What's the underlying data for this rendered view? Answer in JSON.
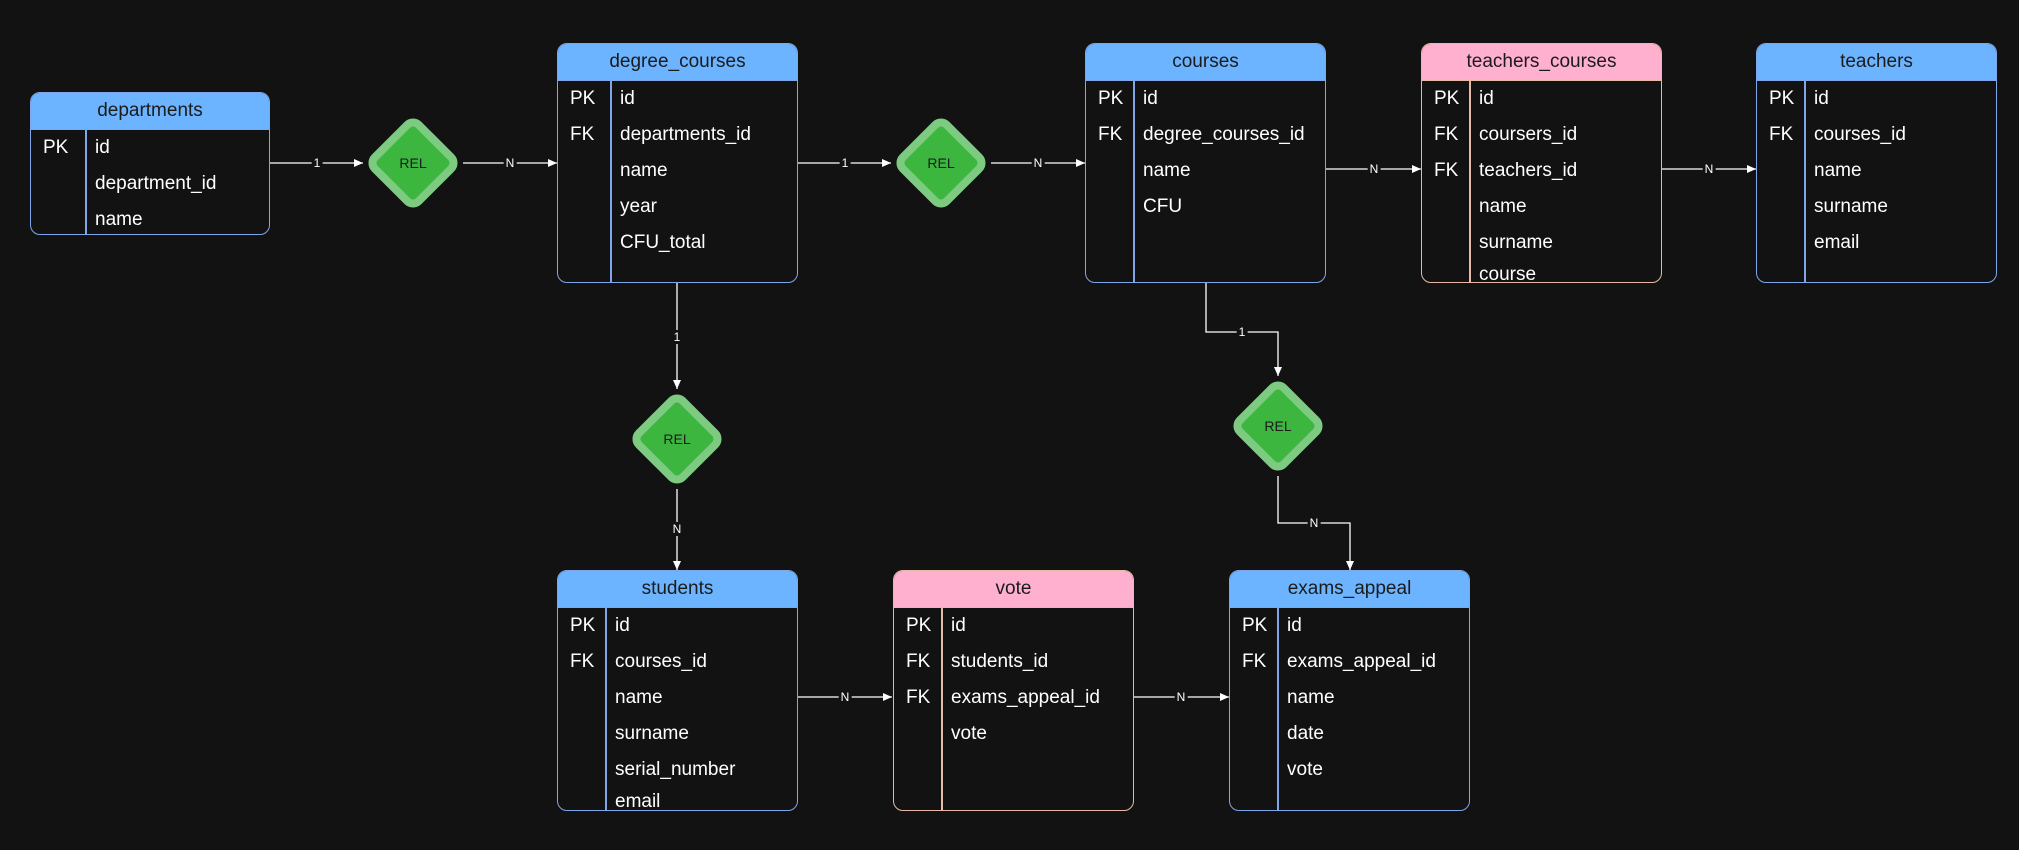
{
  "entities": {
    "departments": {
      "title": "departments",
      "rows": [
        {
          "key": "PK",
          "field": "id"
        },
        {
          "key": "",
          "field": "department_id"
        },
        {
          "key": "",
          "field": "name"
        }
      ]
    },
    "degree_courses": {
      "title": "degree_courses",
      "rows": [
        {
          "key": "PK",
          "field": "id"
        },
        {
          "key": "FK",
          "field": "departments_id"
        },
        {
          "key": "",
          "field": "name"
        },
        {
          "key": "",
          "field": "year"
        },
        {
          "key": "",
          "field": "CFU_total"
        }
      ]
    },
    "courses": {
      "title": "courses",
      "rows": [
        {
          "key": "PK",
          "field": "id"
        },
        {
          "key": "FK",
          "field": "degree_courses_id"
        },
        {
          "key": "",
          "field": "name"
        },
        {
          "key": "",
          "field": "CFU"
        }
      ]
    },
    "teachers_courses": {
      "title": "teachers_courses",
      "rows": [
        {
          "key": "PK",
          "field": "id"
        },
        {
          "key": "FK",
          "field": "coursers_id"
        },
        {
          "key": "FK",
          "field": "teachers_id"
        },
        {
          "key": "",
          "field": "name"
        },
        {
          "key": "",
          "field": "surname"
        },
        {
          "key": "",
          "field": "course"
        }
      ]
    },
    "teachers": {
      "title": "teachers",
      "rows": [
        {
          "key": "PK",
          "field": "id"
        },
        {
          "key": "FK",
          "field": "courses_id"
        },
        {
          "key": "",
          "field": "name"
        },
        {
          "key": "",
          "field": "surname"
        },
        {
          "key": "",
          "field": "email"
        }
      ]
    },
    "students": {
      "title": "students",
      "rows": [
        {
          "key": "PK",
          "field": "id"
        },
        {
          "key": "FK",
          "field": "courses_id"
        },
        {
          "key": "",
          "field": "name"
        },
        {
          "key": "",
          "field": "surname"
        },
        {
          "key": "",
          "field": "serial_number"
        },
        {
          "key": "",
          "field": "email"
        }
      ]
    },
    "vote": {
      "title": "vote",
      "rows": [
        {
          "key": "PK",
          "field": "id"
        },
        {
          "key": "FK",
          "field": "students_id"
        },
        {
          "key": "FK",
          "field": "exams_appeal_id"
        },
        {
          "key": "",
          "field": "vote"
        }
      ]
    },
    "exams_appeal": {
      "title": "exams_appeal",
      "rows": [
        {
          "key": "PK",
          "field": "id"
        },
        {
          "key": "FK",
          "field": "exams_appeal_id"
        },
        {
          "key": "",
          "field": "name"
        },
        {
          "key": "",
          "field": "date"
        },
        {
          "key": "",
          "field": "vote"
        }
      ]
    }
  },
  "relations": {
    "rel1": "REL",
    "rel2": "REL",
    "rel3": "REL",
    "rel4": "REL"
  },
  "cardinalities": {
    "dep_rel1": "1",
    "rel1_deg": "N",
    "deg_rel2": "1",
    "rel2_courses": "N",
    "courses_tc": "N",
    "tc_teachers": "N",
    "deg_rel3": "1",
    "rel3_students": "N",
    "courses_rel4": "1",
    "rel4_exams": "N",
    "students_vote": "N",
    "vote_exams": "N"
  },
  "colors": {
    "entity_header": "#6cb4ff",
    "entity_header_alt": "#ffb0ce",
    "relation_fill": "#3db63f",
    "relation_border": "#7ccb80",
    "background": "#121212"
  }
}
